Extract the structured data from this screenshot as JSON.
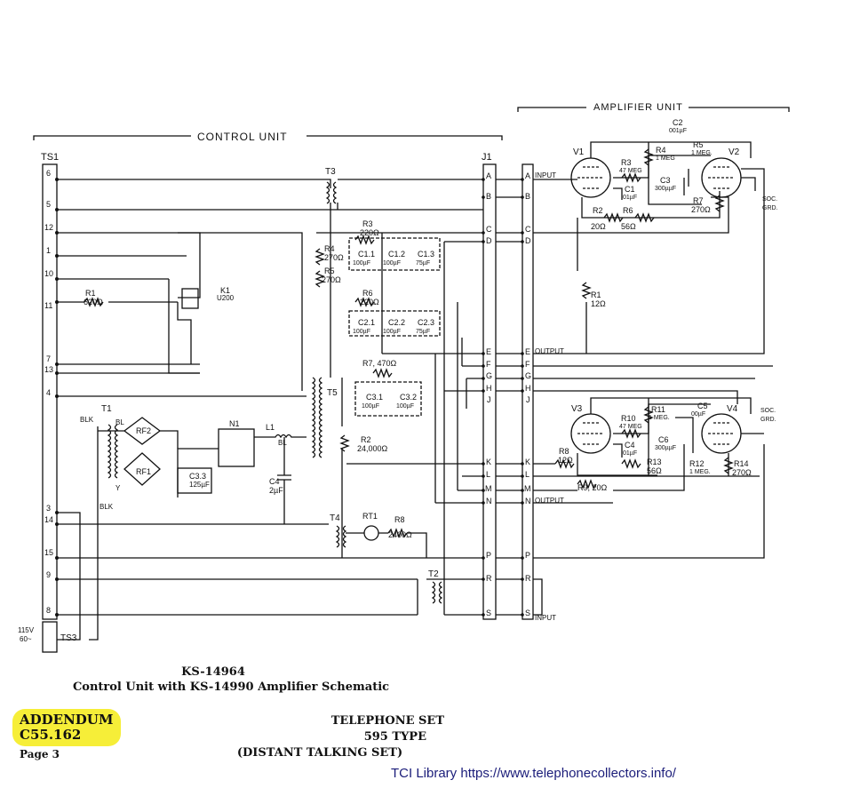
{
  "sections": {
    "control_unit": "CONTROL UNIT",
    "amplifier_unit": "AMPLIFIER UNIT"
  },
  "strips": {
    "ts1": "TS1",
    "j1": "J1",
    "ts3": "TS3"
  },
  "ts1_terminals": [
    "6",
    "5",
    "12",
    "1",
    "10",
    "11",
    "7",
    "13",
    "4",
    "3",
    "14",
    "15",
    "9",
    "8"
  ],
  "j1_pins": [
    "A",
    "B",
    "C",
    "D",
    "E",
    "F",
    "G",
    "H",
    "J",
    "K",
    "L",
    "M",
    "N",
    "P",
    "R",
    "S"
  ],
  "power_labels": [
    "115V",
    "60~"
  ],
  "components": {
    "t3": "T3",
    "t5": "T5",
    "t4": "T4",
    "t2": "T2",
    "t1": "T1",
    "r3": "R3",
    "r3_val": "220Ω",
    "r4": "R4",
    "r4_val": "270Ω",
    "r5": "R5",
    "r5_val": "270Ω",
    "r6": "R6",
    "r6_val": "220Ω",
    "r7": "R7, 470Ω",
    "r2": "R2",
    "r2_val": "24,000Ω",
    "r8": "R8",
    "r8_val": "2400Ω",
    "rt1": "RT1",
    "r1": "R1",
    "r1_val": "620Ω",
    "k1": "K1",
    "k1_val": "U200",
    "n1": "N1",
    "l1": "L1",
    "c4": "C4",
    "c4_val": "2µF",
    "rf1": "RF1",
    "rf2": "RF2",
    "c33": "C3.3",
    "c33_val": "125µF",
    "c11": "C1.1",
    "c12": "C1.2",
    "c13": "C1.3",
    "c21": "C2.1",
    "c22": "C2.2",
    "c23": "C2.3",
    "c31": "C3.1",
    "c32": "C3.2",
    "cap100": "100µF",
    "cap75": "75µF",
    "blk": "BLK",
    "bl": "BL",
    "y": "Y"
  },
  "amplifier": {
    "v1": "V1",
    "v2": "V2",
    "v3": "V3",
    "v4": "V4",
    "input": "INPUT",
    "output": "OUTPUT",
    "soc_grd": "SOC. GRD.",
    "c2": "C2",
    "c2_val": "001µF",
    "r4": "R4",
    "r4_val": "1 MEG",
    "r3": "R3",
    "r3_val": "47 MEG",
    "r5": "R5",
    "r5_val": "1 MEG.",
    "c1": "C1",
    "c1_val": "01µF",
    "c3": "C3",
    "c3_val": "300µµF",
    "r2": "R2",
    "r2_val": "20Ω",
    "r6": "R6",
    "r6_val": "56Ω",
    "r7": "R7",
    "r7_val": "270Ω",
    "r1": "R1",
    "r1_val": "12Ω",
    "r11": "R11",
    "r11_val": "1 MEG.",
    "r10": "R10",
    "r10_val": "47 MEG",
    "c5": "C5",
    "c5_val": "00µF",
    "c4": "C4",
    "c4_val": "01µF",
    "c6": "C6",
    "c6_val": "300µµF",
    "r8": "R8",
    "r8_val": "12Ω",
    "r13": "R13",
    "r13_val": "56Ω",
    "r12": "R12",
    "r12_val": "1 MEG.",
    "r14": "R14",
    "r14_val": "270Ω",
    "r9": "R9, 20Ω"
  },
  "caption": {
    "line1": "KS-14964",
    "line2": "Control Unit with KS-14990 Amplifier Schematic"
  },
  "addendum": {
    "line1": "ADDENDUM",
    "line2": "C55.162",
    "page": "Page 3"
  },
  "title_block": {
    "line1": "TELEPHONE SET",
    "line2": "595 TYPE",
    "line3": "(DISTANT TALKING SET)"
  },
  "footer": "TCI Library https://www.telephonecollectors.info/"
}
